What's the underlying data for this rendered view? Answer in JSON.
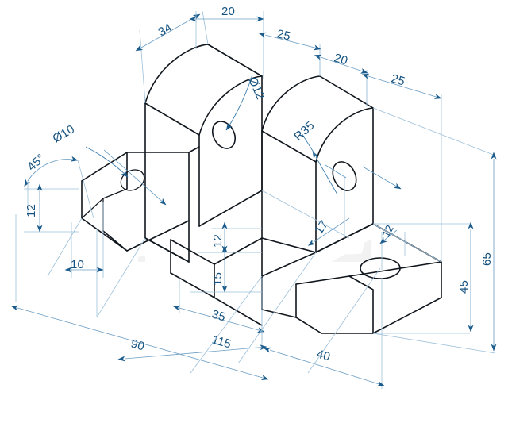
{
  "drawing": {
    "title": "Isometric mechanical part — dimensioned pictorial view",
    "background_color": "#ffffff",
    "edge_color": "#10161d",
    "dimension_color": "#15527f",
    "extension_line_color": "#9dc0da",
    "watermark": {
      "text": "IBE",
      "color": "#f0f0f0"
    }
  },
  "dimensions": {
    "top_depth_34": "34",
    "top_width_20": "20",
    "top_rear_25": "25",
    "right_top_20": "20",
    "right_top_25": "25",
    "hole_dia_12": "Ø12",
    "hole_dia_10": "Ø10",
    "chamfer_angle_45": "45°",
    "left_height_12": "12",
    "left_offset_10": "10",
    "radius_35": "R35",
    "dim_17": "17",
    "mid_height_12": "12",
    "mid_height_15": "15",
    "base_35": "35",
    "base_115": "115",
    "base_90": "90",
    "base_40": "40",
    "right_thickness_12": "12",
    "right_height_45": "45",
    "right_height_65": "65"
  }
}
